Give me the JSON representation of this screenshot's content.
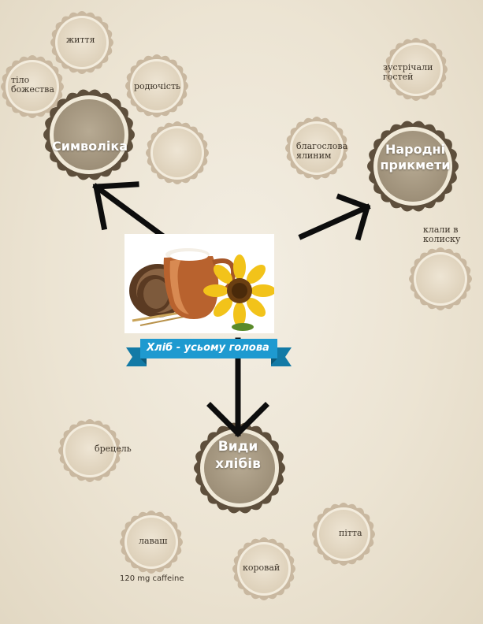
{
  "nodes": {
    "symbolism": "Символіка",
    "folk_signs": "Народні\nприкмети",
    "bread_types": "Види\nхлібів"
  },
  "leaves": {
    "life": "життя",
    "body_of_god": "тіло\nбожества",
    "fertility": "родючість",
    "blessed_fir": "благослова\nялиним",
    "met_guests": "зустрічали\nгостей",
    "put_in_cradle": "клали в\nколиску",
    "pretzel": "брецель",
    "lavash": "лаваш",
    "pitta": "пітта",
    "korovai": "коровай"
  },
  "banner": {
    "title": "Хліб - усьому голова"
  },
  "caffeine_note": "120 mg caffeine",
  "colors": {
    "big_circle_fill": "#a79a84",
    "big_circle_ring": "#5e4f3c",
    "small_circle_fill": "#e6dbc7",
    "small_circle_ring": "#c9b8a0",
    "banner": "#1e9ad0",
    "banner_dark": "#137aa6",
    "arrow": "#0d0d0d"
  },
  "icons": {
    "central_image": "milk-jug-bread-sunflower-image"
  }
}
